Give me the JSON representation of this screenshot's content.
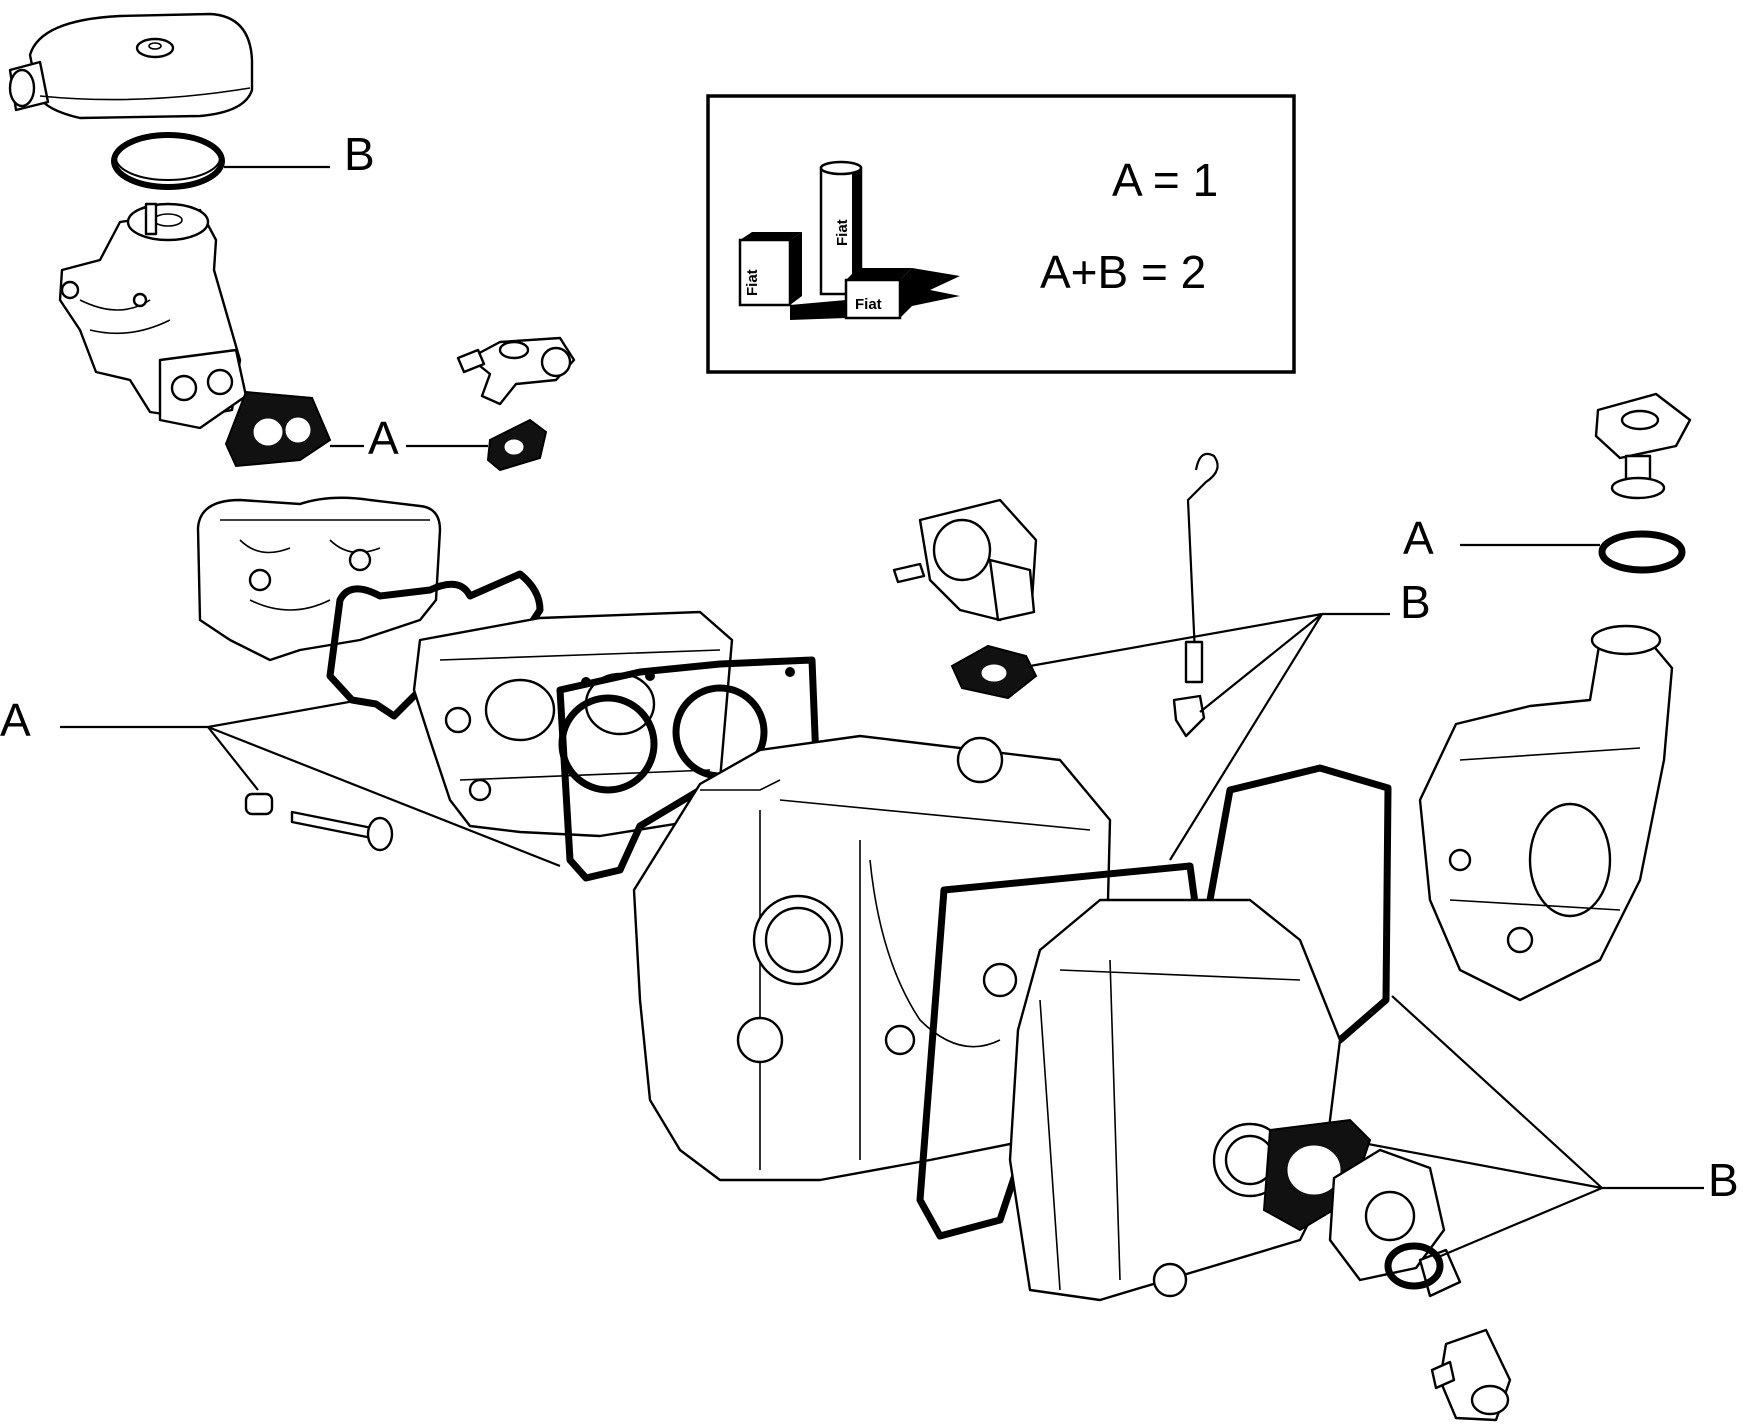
{
  "legend": {
    "kit_a": "A  = 1",
    "kit_ab": "A+B = 2",
    "brand_mark": "Fiat"
  },
  "callouts": {
    "air_filter_ring": "B",
    "carb_gasket": "A",
    "left_group": "A",
    "oil_filler_seal": "A",
    "middle_group": "B",
    "lower_right_group": "B"
  }
}
